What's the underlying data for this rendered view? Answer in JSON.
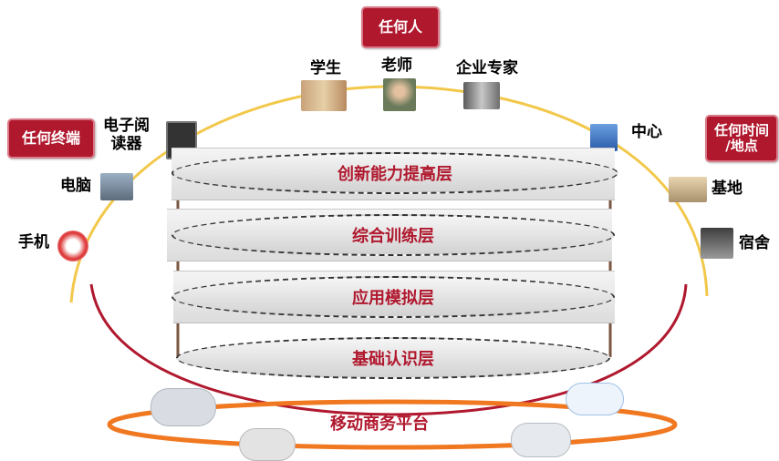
{
  "top_tag": "任何人",
  "left_tag": "任何终端",
  "right_tag_line1": "任何时间",
  "right_tag_line2": "/地点",
  "people": {
    "student": "学生",
    "teacher": "老师",
    "expert": "企业专家"
  },
  "terminals": {
    "ereader_line1": "电子阅",
    "ereader_line2": "读器",
    "computer": "电脑",
    "phone": "手机"
  },
  "places": {
    "center": "中心",
    "base": "基地",
    "dorm": "宿舍"
  },
  "layers": [
    "创新能力提高层",
    "综合训练层",
    "应用模拟层",
    "基础认识层"
  ],
  "platform": "移动商务平台",
  "colors": {
    "accent": "#b0182e",
    "arc": "#f2c84b",
    "platform_ring": "#f07820",
    "bowl": "#b0182e"
  }
}
